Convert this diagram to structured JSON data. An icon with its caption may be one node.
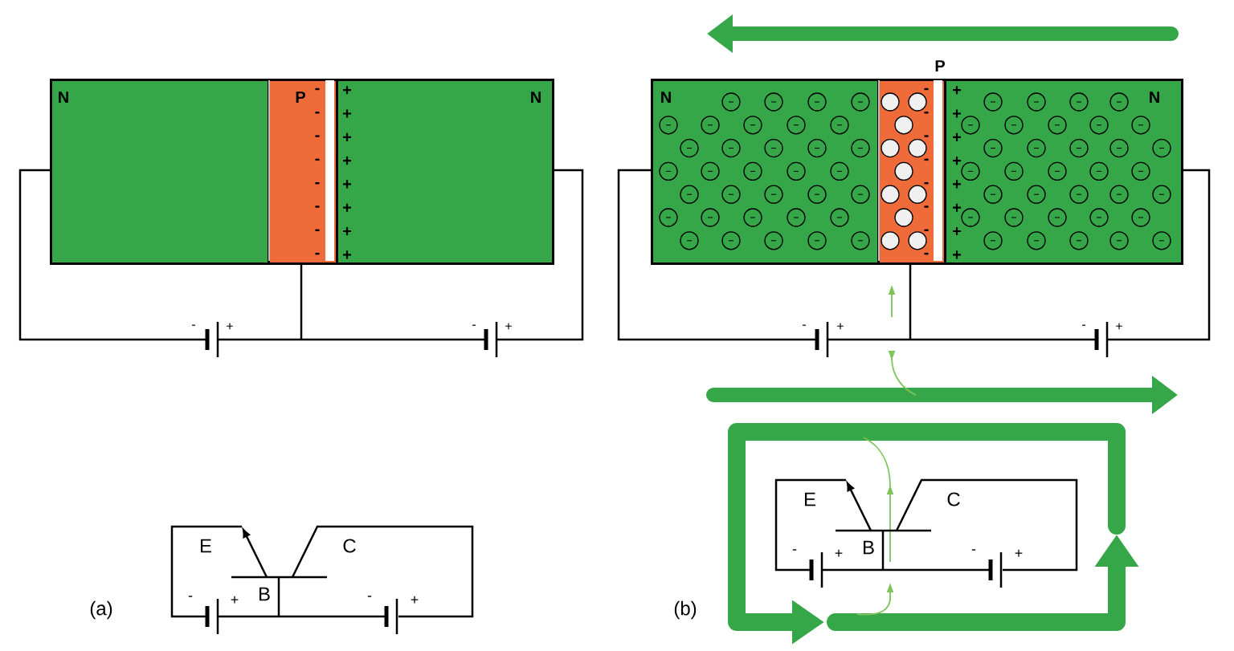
{
  "diagram": {
    "nodes": [
      {
        "text": [
          "N"
        ]
      },
      {
        "text": [
          "P"
        ]
      },
      {
        "text": [
          "N"
        ]
      },
      {
        "text": [
          "N"
        ]
      },
      {
        "text": [
          "P"
        ]
      },
      {
        "text": [
          "N"
        ]
      }
    ],
    "labels": [
      "-",
      "-",
      "-",
      "-",
      "-",
      "-",
      "-",
      "-",
      "+",
      "+",
      "+",
      "+",
      "+",
      "+",
      "+",
      "+",
      "-",
      "-",
      "-",
      "-",
      "-",
      "-",
      "-",
      "-",
      "+",
      "+",
      "+",
      "+",
      "+",
      "+",
      "+",
      "+",
      "-",
      "+",
      "-",
      "+",
      "-",
      "+",
      "-",
      "+",
      "E",
      "C",
      "B",
      "-",
      "+",
      "-",
      "+",
      "(a)",
      "E",
      "C",
      "B",
      "-",
      "+",
      "-",
      "+",
      "(b)"
    ]
  }
}
